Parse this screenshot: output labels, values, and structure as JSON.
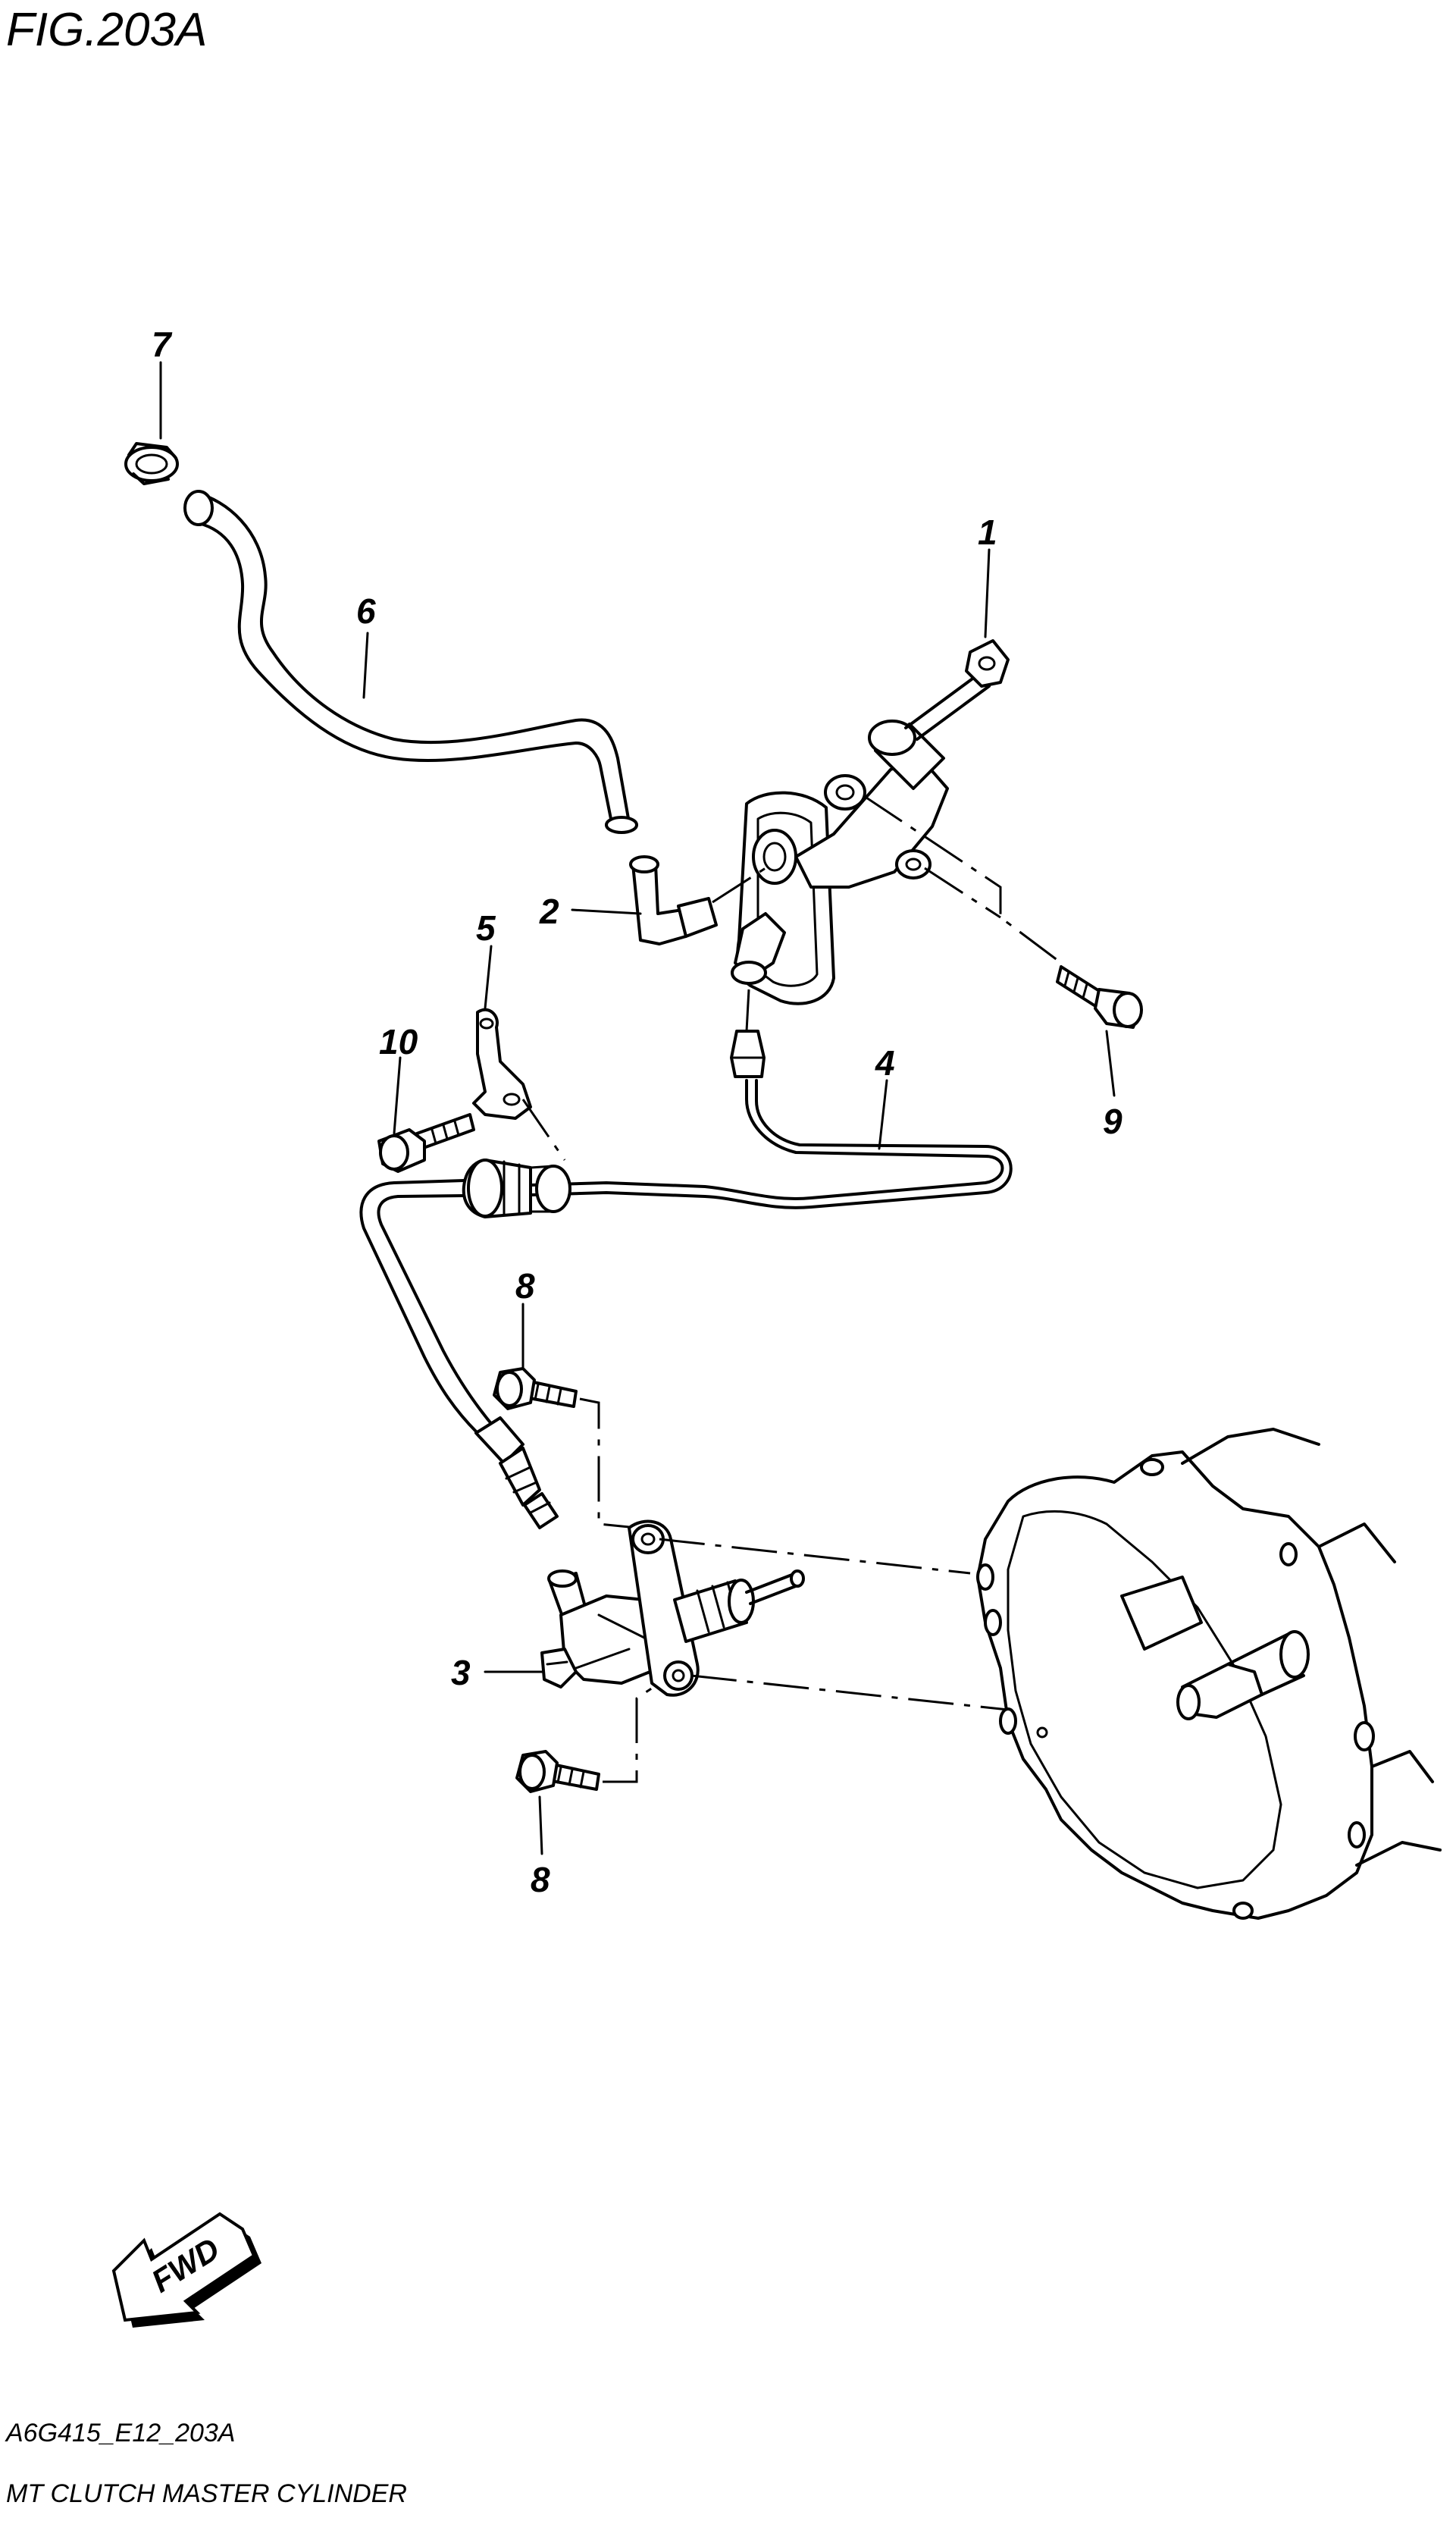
{
  "figure": {
    "title": "FIG.203A",
    "code": "A6G415_E12_203A",
    "caption": "MT CLUTCH MASTER CYLINDER"
  },
  "callouts": [
    "1",
    "2",
    "3",
    "4",
    "5",
    "6",
    "7",
    "8",
    "8",
    "9",
    "10"
  ],
  "fwd_label": "FWD"
}
